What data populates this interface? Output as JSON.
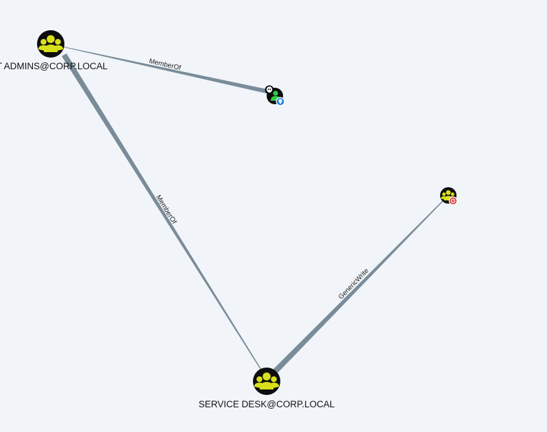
{
  "colors": {
    "background": "#f1f5fa",
    "edge": "#7a8c99",
    "node_fill": "#0d0d0d",
    "group_icon": "#d8e01b",
    "user_icon": "#2ecc40",
    "owned_badge": "#1e88e5",
    "target_badge": "#d32f2f"
  },
  "nodes": {
    "it_admins": {
      "label": "IT ADMINS@CORP.LOCAL",
      "icon": "group-icon"
    },
    "user": {
      "label": "",
      "icon": "user-icon",
      "badges": [
        "skull-icon",
        "owned-pin-icon"
      ]
    },
    "service_desk": {
      "label": "SERVICE DESK@CORP.LOCAL",
      "icon": "group-icon"
    },
    "target_group": {
      "label": "",
      "icon": "group-icon",
      "badges": [
        "target-icon"
      ]
    }
  },
  "edges": {
    "user_to_itadmins": {
      "label": "MemberOf"
    },
    "servicedesk_to_itadmins": {
      "label": "MemberOf"
    },
    "servicedesk_to_target": {
      "label": "GenericWrite"
    }
  }
}
